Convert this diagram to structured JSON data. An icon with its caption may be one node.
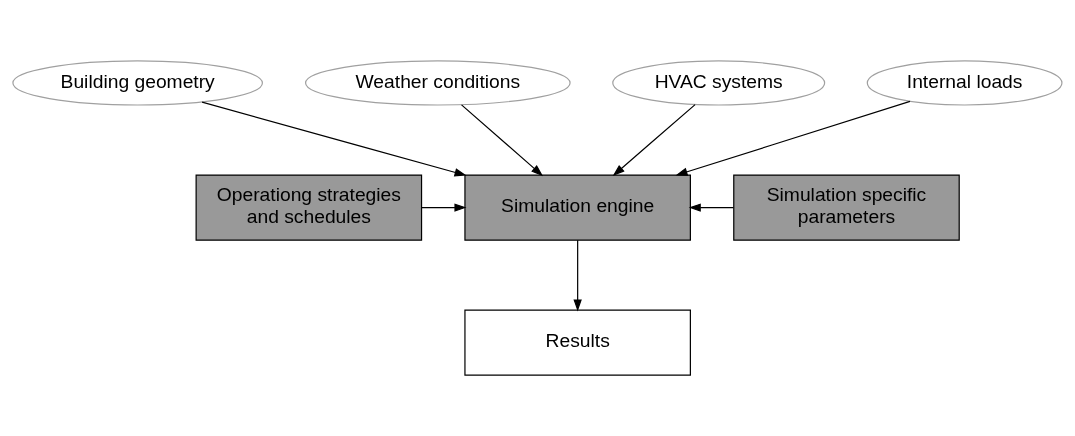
{
  "diagram": {
    "nodes": [
      {
        "text": [
          "Building geometry"
        ]
      },
      {
        "text": [
          "Weather conditions"
        ]
      },
      {
        "text": [
          "HVAC systems"
        ]
      },
      {
        "text": [
          "Internal loads"
        ]
      },
      {
        "text": [
          "Operationg strategies and schedules"
        ]
      },
      {
        "text": [
          "Simulation engine"
        ]
      },
      {
        "text": [
          "Simulation specific parameters"
        ]
      },
      {
        "text": [
          "Results"
        ]
      }
    ],
    "edges": [
      {
        "from": 0,
        "to": 5,
        "arrow": "to"
      },
      {
        "from": 1,
        "to": 5,
        "arrow": "to"
      },
      {
        "from": 2,
        "to": 5,
        "arrow": "to"
      },
      {
        "from": 3,
        "to": 5,
        "arrow": "to"
      },
      {
        "from": 4,
        "to": 5,
        "arrow": "to"
      },
      {
        "from": 6,
        "to": 5,
        "arrow": "to"
      },
      {
        "from": 5,
        "to": 7,
        "arrow": "to"
      }
    ]
  }
}
